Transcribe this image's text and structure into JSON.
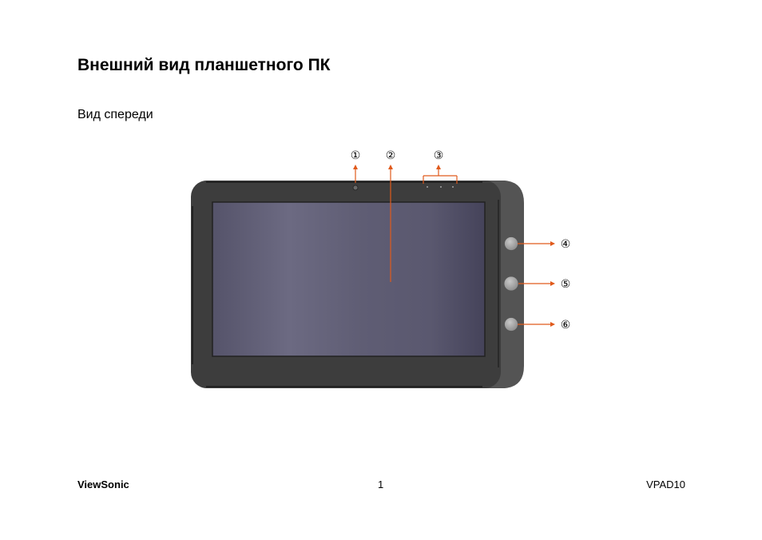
{
  "page": {
    "title": "Внешний вид планшетного ПК",
    "subtitle": "Вид спереди"
  },
  "figure": {
    "callouts": [
      "①",
      "②",
      "③",
      "④",
      "⑤",
      "⑥"
    ],
    "colors": {
      "bezel": "#3f3f3f",
      "side_panel": "#555555",
      "screen_edge": "#5e5c70",
      "screen_mid": "#6a6880",
      "accent_line": "#e05a1c",
      "button": "#9a9a9a"
    }
  },
  "footer": {
    "brand": "ViewSonic",
    "page_number": "1",
    "model": "VPAD10"
  }
}
